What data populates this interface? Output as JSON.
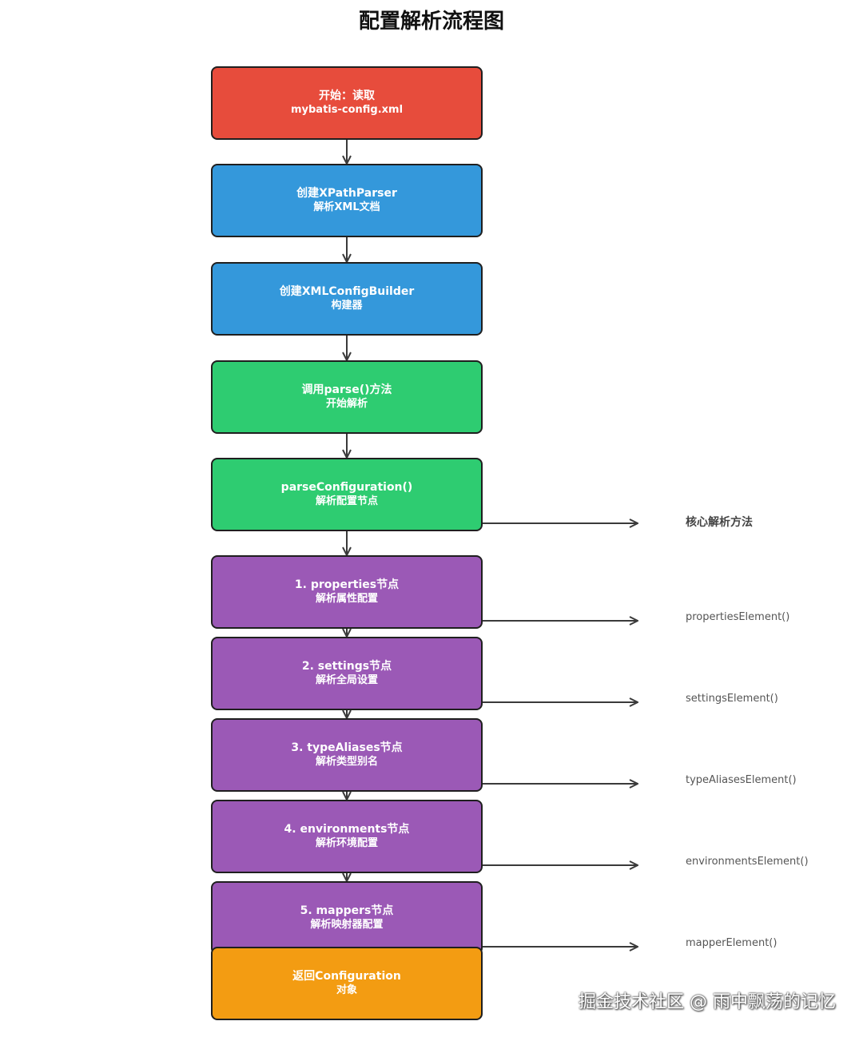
{
  "title": "配置解析流程图",
  "colors": {
    "start": "#e74c3c",
    "create": "#3498db",
    "parse": "#2ecc71",
    "node": "#9b59b6",
    "end": "#f39c12",
    "arrow": "#3a3a3a"
  },
  "steps": [
    {
      "line1": "开始：读取",
      "line2": "mybatis-config.xml",
      "kind": "start"
    },
    {
      "line1": "创建XPathParser",
      "line2": "解析XML文档",
      "kind": "create"
    },
    {
      "line1": "创建XMLConfigBuilder",
      "line2": "构建器",
      "kind": "create"
    },
    {
      "line1": "调用parse()方法",
      "line2": "开始解析",
      "kind": "parse"
    },
    {
      "line1": "parseConfiguration()",
      "line2": "解析配置节点",
      "kind": "parse"
    },
    {
      "line1": "1. properties节点",
      "line2": "解析属性配置",
      "kind": "node"
    },
    {
      "line1": "2. settings节点",
      "line2": "解析全局设置",
      "kind": "node"
    },
    {
      "line1": "3. typeAliases节点",
      "line2": "解析类型别名",
      "kind": "node"
    },
    {
      "line1": "4. environments节点",
      "line2": "解析环境配置",
      "kind": "node"
    },
    {
      "line1": "5. mappers节点",
      "line2": "解析映射器配置",
      "kind": "node"
    },
    {
      "line1": "返回Configuration",
      "line2": "对象",
      "kind": "end"
    }
  ],
  "side_labels": {
    "header": "核心解析方法",
    "methods": [
      "propertiesElement()",
      "settingsElement()",
      "typeAliasesElement()",
      "environmentsElement()",
      "mapperElement()"
    ]
  },
  "watermark": "掘金技术社区 @ 雨中飘荡的记忆"
}
